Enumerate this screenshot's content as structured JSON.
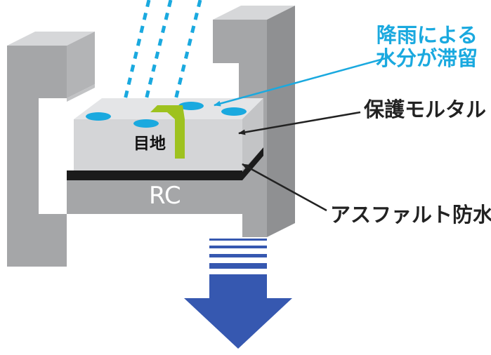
{
  "labels": {
    "rain_line1": "降雨による",
    "rain_line2": "水分が滞留",
    "mortar": "保護モルタル",
    "joint": "目地",
    "rc": "RC",
    "asphalt": "アスファルト防水"
  },
  "icons": {
    "rain": "rain-streaks-icon",
    "arrow": "down-arrow-icon"
  },
  "colors": {
    "rain": "#1aa9df",
    "joint": "#9ec21f",
    "concrete": "#a7a8aa",
    "mortar": "#d4d5d7",
    "asphalt": "#1b1b1b",
    "arrow": "#3658b0",
    "text": "#222222"
  }
}
